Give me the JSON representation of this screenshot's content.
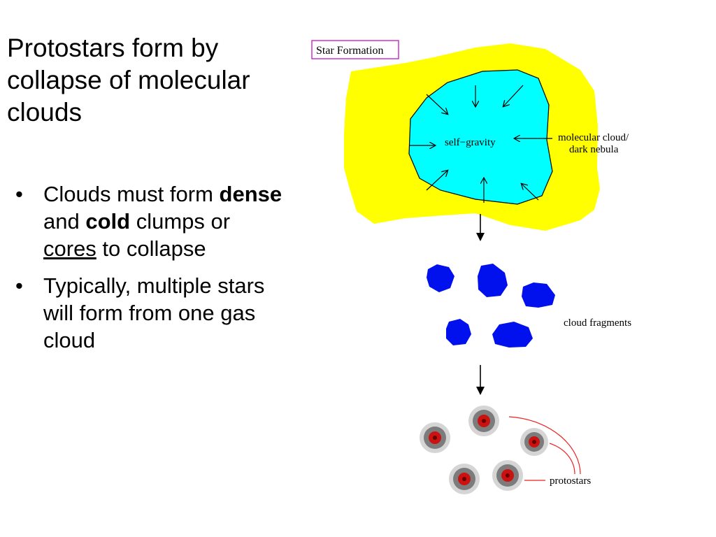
{
  "slide": {
    "title": "Protostars form by collapse of molecular clouds",
    "bullets": [
      {
        "parts": [
          "Clouds must form ",
          "dense",
          " and ",
          "cold",
          " clumps or ",
          "cores",
          " to collapse"
        ]
      },
      {
        "text": "Typically, multiple stars will form from one gas cloud"
      }
    ],
    "bullet_symbol": "•"
  },
  "diagram": {
    "box_label": "Star Formation",
    "center_label": "self−gravity",
    "cloud_label_line1": "molecular cloud/",
    "cloud_label_line2": "dark nebula",
    "fragments_label": "cloud fragments",
    "protostars_label": "protostars",
    "colors": {
      "outer_cloud": "#ffff00",
      "inner_cloud": "#00ffff",
      "fragments": "#0011ee",
      "protostar_core": "#cc1111",
      "leader_lines": "#ee2222",
      "box_border": "#cc33cc"
    }
  }
}
